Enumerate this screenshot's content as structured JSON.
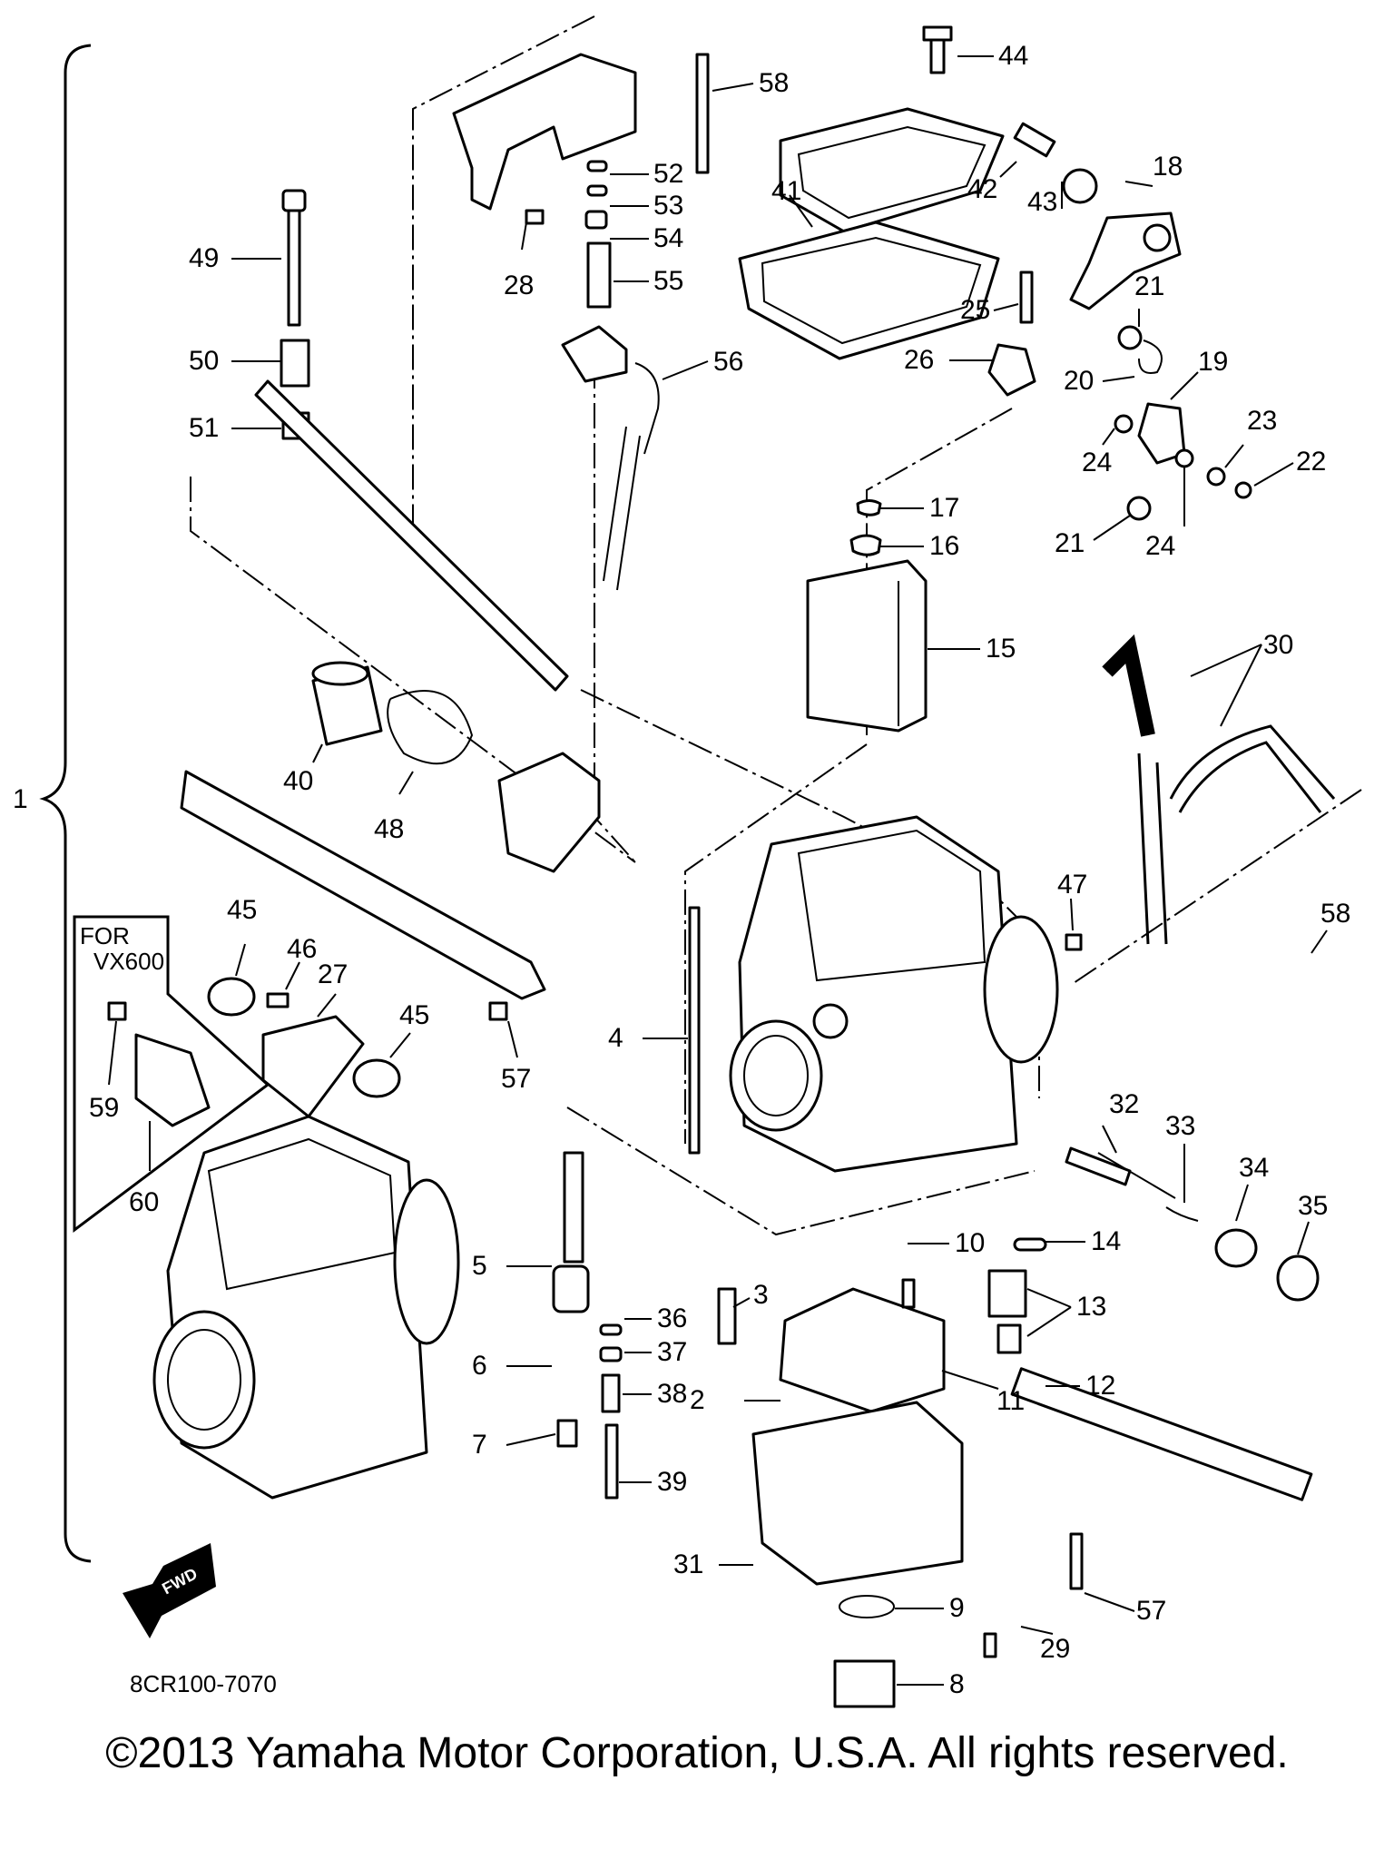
{
  "drawing_code": "8CR100-7070",
  "copyright": "©2013 Yamaha Motor Corporation, U.S.A. All rights reserved.",
  "fwd_label": "FWD",
  "variant_box": {
    "line1": "FOR",
    "line2": "VX600"
  },
  "callouts": [
    "1",
    "2",
    "3",
    "4",
    "5",
    "6",
    "7",
    "8",
    "9",
    "10",
    "11",
    "12",
    "13",
    "14",
    "15",
    "16",
    "17",
    "18",
    "19",
    "20",
    "21",
    "21",
    "22",
    "23",
    "24",
    "24",
    "25",
    "26",
    "27",
    "28",
    "29",
    "30",
    "31",
    "32",
    "33",
    "34",
    "35",
    "36",
    "37",
    "38",
    "39",
    "40",
    "41",
    "42",
    "43",
    "44",
    "45",
    "45",
    "46",
    "47",
    "48",
    "49",
    "50",
    "51",
    "52",
    "53",
    "54",
    "55",
    "56",
    "57",
    "57",
    "58",
    "58",
    "59",
    "60"
  ]
}
